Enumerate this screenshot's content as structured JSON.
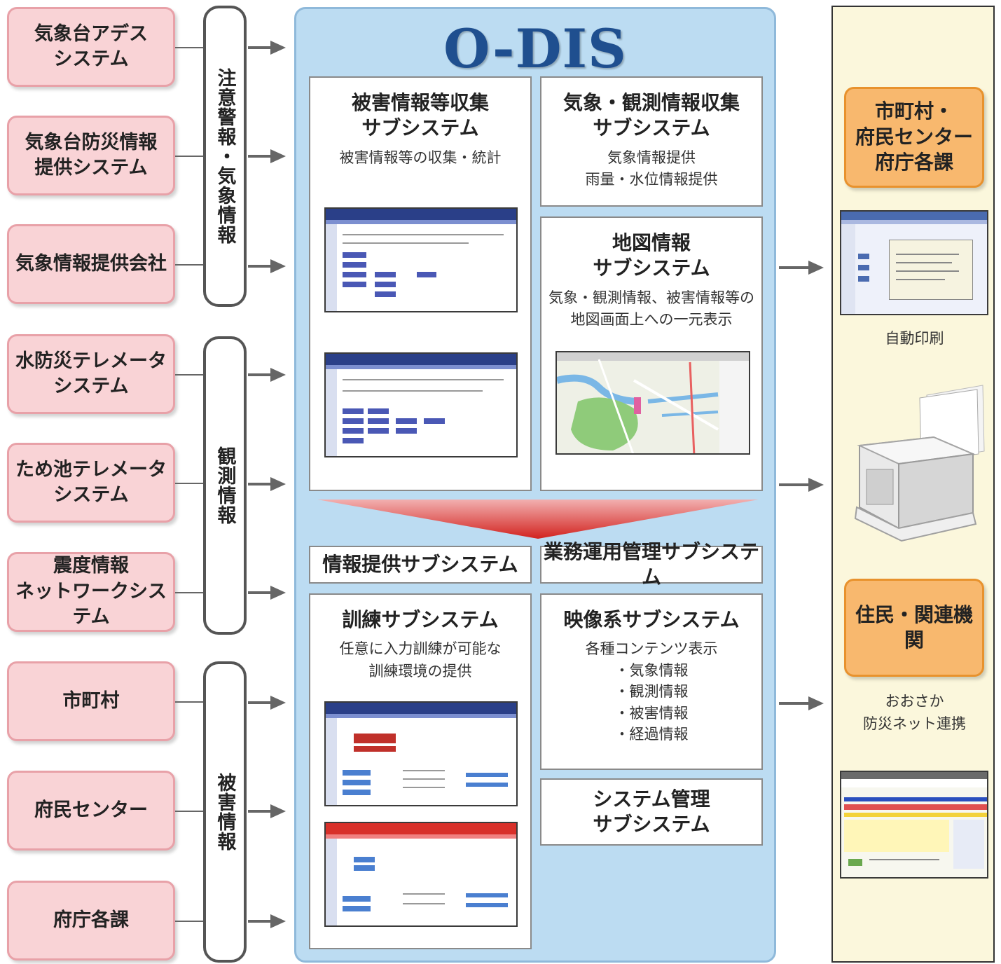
{
  "sources": [
    "気象台アデス\nシステム",
    "気象台防災情報\n提供システム",
    "気象情報提供会社",
    "水防災テレメータ\nシステム",
    "ため池テレメータ\nシステム",
    "震度情報\nネットワークシステム",
    "市町村",
    "府民センター",
    "府庁各課"
  ],
  "categories": [
    "注意警報・気象情報",
    "観測情報",
    "被害情報"
  ],
  "odis": {
    "title": "O-DIS",
    "damage": {
      "title": "被害情報等収集\nサブシステム",
      "desc": "被害情報等の収集・統計"
    },
    "weather": {
      "title": "気象・観測情報収集\nサブシステム",
      "desc": "気象情報提供\n雨量・水位情報提供"
    },
    "map": {
      "title": "地図情報\nサブシステム",
      "desc": "気象・観測情報、被害情報等の\n地図画面上への一元表示"
    },
    "info_provision": {
      "title": "情報提供サブシステム"
    },
    "ops_mgmt": {
      "title": "業務運用管理サブシステム"
    },
    "training": {
      "title": "訓練サブシステム",
      "desc": "任意に入力訓練が可能な\n訓練環境の提供"
    },
    "video": {
      "title": "映像系サブシステム",
      "desc": "各種コンテンツ表示\n・気象情報\n・観測情報\n・被害情報\n・経過情報"
    },
    "sysadmin": {
      "title": "システム管理\nサブシステム"
    }
  },
  "targets": {
    "municipal": "市町村・\n府民センター\n府庁各課",
    "auto_print": "自動印刷",
    "residents": "住民・関連機関",
    "osaka_net": "おおさか\n防災ネット連携"
  },
  "colors": {
    "source_fill": "#f9d3d6",
    "source_border": "#e8a1a8",
    "odis_fill": "#bcdcf2",
    "title_blue": "#1f4f8f",
    "target_fill": "#f8b86e",
    "right_panel": "#fbf7dc",
    "funnel_red": "#d2231f"
  }
}
